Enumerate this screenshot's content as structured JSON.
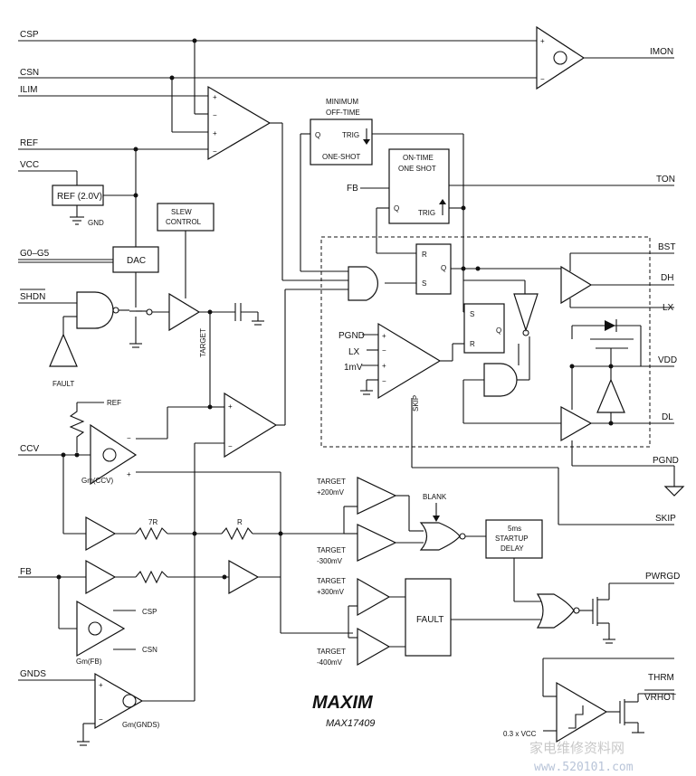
{
  "pins": {
    "csp": "CSP",
    "csn": "CSN",
    "ilim": "ILIM",
    "ref": "REF",
    "vcc": "VCC",
    "g0g5": "G0–G5",
    "shdn": "SHDN",
    "ccv": "CCV",
    "fb": "FB",
    "gnds": "GNDS",
    "imon": "IMON",
    "ton": "TON",
    "bst": "BST",
    "dh": "DH",
    "lx": "LX",
    "vdd": "VDD",
    "dl": "DL",
    "pgnd": "PGND",
    "skip": "SKIP",
    "pwrgd": "PWRGD",
    "thrm": "THRM",
    "vrhot": "VRHOT",
    "fb_ot": "FB"
  },
  "blocks": {
    "ref_box": "REF (2.0V)",
    "gnd": "GND",
    "dac": "DAC",
    "slew": [
      "SLEW",
      "CONTROL"
    ],
    "target": "TARGET",
    "fault_inv": "FAULT",
    "min_off": [
      "MINIMUM",
      "OFF-TIME"
    ],
    "one_shot": "ONE-SHOT",
    "on_time": [
      "ON-TIME",
      "ONE SHOT"
    ],
    "trig": "TRIG",
    "q": "Q",
    "r": "R",
    "s": "S",
    "ref_res": "REF",
    "gm_ccv": "Gm(CCV)",
    "gm_fb": "Gm(FB)",
    "gm_gnds": "Gm(GNDS)",
    "res_7r": "7R",
    "res_r": "R",
    "pgnd_in": "PGND",
    "lx_in": "LX",
    "mv1": "1mV",
    "skip_lbl": "SKIP",
    "blank": "BLANK",
    "startup": [
      "5ms",
      "STARTUP",
      "DELAY"
    ],
    "fault_box": "FAULT",
    "csp2": "CSP",
    "csn2": "CSN",
    "target_p200": [
      "TARGET",
      "+200mV"
    ],
    "target_m300": [
      "TARGET",
      "-300mV"
    ],
    "target_p300": [
      "TARGET",
      "+300mV"
    ],
    "target_m400": [
      "TARGET",
      "-400mV"
    ],
    "vcc_ratio": "0.3 x VCC"
  },
  "brand": {
    "logo": "MAXIM",
    "part": "MAX17409"
  },
  "watermark": {
    "cn": "家电维修资料网",
    "url": "www.520101.com"
  }
}
